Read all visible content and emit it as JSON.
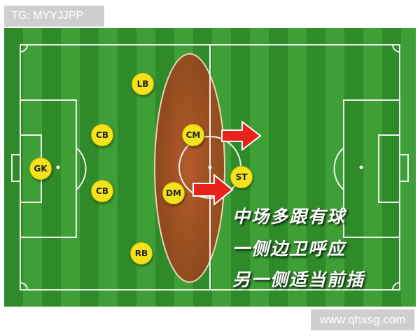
{
  "watermarks": {
    "top_left": "TG: MYYJJPP",
    "bottom_right": "www.qhxsg.com"
  },
  "players": {
    "gk": "GK",
    "lb": "LB",
    "cb1": "CB",
    "cb2": "CB",
    "cm": "CM",
    "dm": "DM",
    "st": "ST",
    "rb": "RB"
  },
  "caption": {
    "line1": "中场多跟有球",
    "line2": "一侧边卫呼应",
    "line3": "另一侧适当前插"
  },
  "colors": {
    "player_fill": "#f4e21c",
    "zone_fill": "#b34a1f",
    "arrow_fill": "#e8231d",
    "pitch_stripe_dark": "#2f8a2a",
    "pitch_stripe_light": "#3f9f37"
  }
}
